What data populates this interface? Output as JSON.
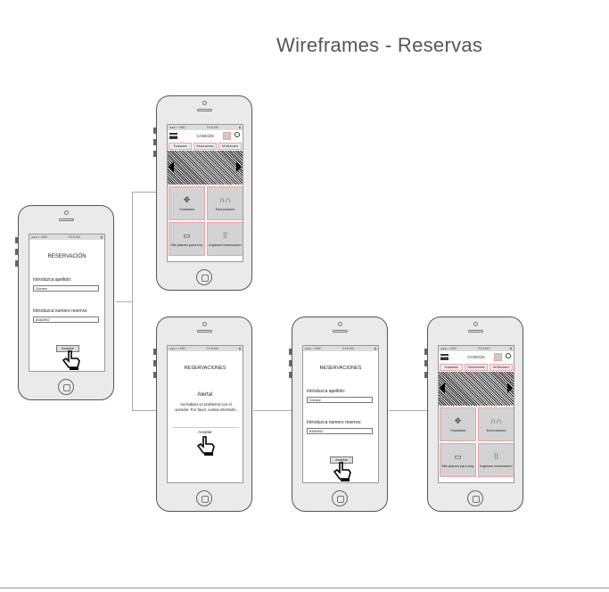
{
  "title": "Wireframes - Reservas",
  "status": {
    "carrier": "●●●○○ ABC",
    "time": "9:18 AM",
    "battery": "▮"
  },
  "home": {
    "city": "CANCÚN",
    "tabs": [
      "Traslados",
      "Excursiones",
      "Mi itinerario"
    ],
    "tiles": [
      "Traslados",
      "Excursiones",
      "Mis planes para hoy",
      "Ingresar reservación"
    ]
  },
  "form1": {
    "title": "RESERVACIÓN",
    "label_surname": "Introduzca apellido:",
    "surname": "Gómez",
    "label_number": "Introduzca numero reserva:",
    "number": "8382992",
    "accept": "Aceptar"
  },
  "alert": {
    "title": "RESERVACIONES",
    "heading": "Alerta!",
    "message": "Ha habido un problema con el servidor. Por favor, vuelva intentarlo.",
    "accept": "Aceptar"
  },
  "form2": {
    "title": "RESERVACIONES",
    "label_surname": "Introduzca apellido:",
    "surname": "Gómez",
    "label_number": "Introduzca numero reserva:",
    "number": "8382992",
    "accept": "Aceptar"
  }
}
